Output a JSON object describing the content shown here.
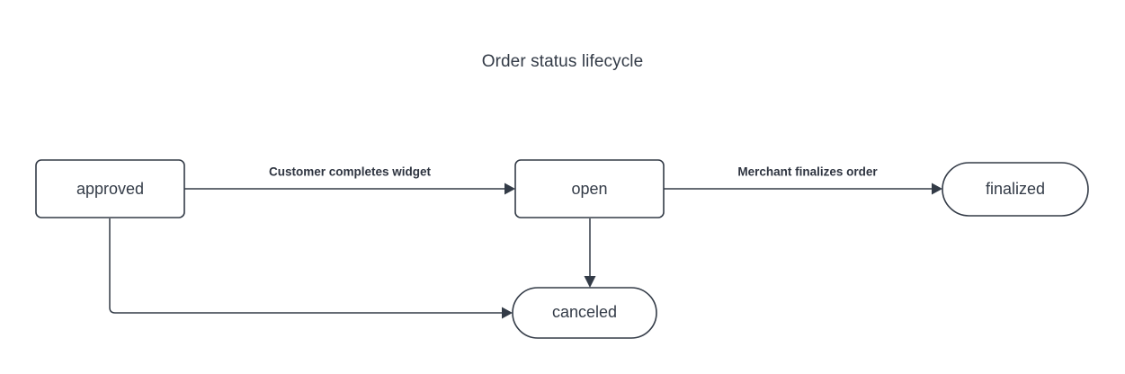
{
  "diagram": {
    "title": "Order status lifecycle",
    "nodes": [
      {
        "id": "approved",
        "label": "approved",
        "shape": "rounded-rect"
      },
      {
        "id": "open",
        "label": "open",
        "shape": "rounded-rect"
      },
      {
        "id": "finalized",
        "label": "finalized",
        "shape": "stadium"
      },
      {
        "id": "canceled",
        "label": "canceled",
        "shape": "stadium"
      }
    ],
    "edges": [
      {
        "id": "approved-to-open",
        "from": "approved",
        "to": "open",
        "label": "Customer completes widget"
      },
      {
        "id": "open-to-finalized",
        "from": "open",
        "to": "finalized",
        "label": "Merchant finalizes order"
      },
      {
        "id": "open-to-canceled",
        "from": "open",
        "to": "canceled",
        "label": ""
      },
      {
        "id": "approved-to-canceled",
        "from": "approved",
        "to": "canceled",
        "label": ""
      }
    ],
    "colors": {
      "stroke": "#333b47",
      "node_fill": "#ffffff",
      "text": "#333b47",
      "edge_label_text": "#2e3440",
      "background": "#ffffff"
    }
  }
}
